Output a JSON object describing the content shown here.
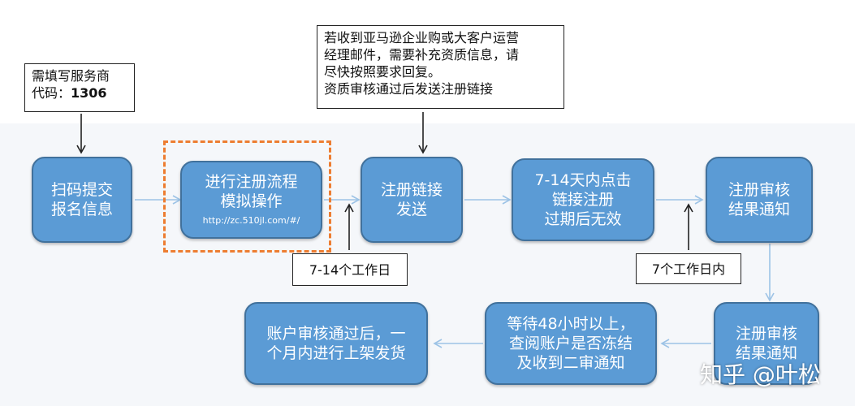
{
  "nodes": {
    "submit": [
      "扫码提交",
      "报名信息"
    ],
    "simulate": [
      "进行注册流程",
      "模拟操作"
    ],
    "simulate_url": "http://zc.510jl.com/#/",
    "send_link": [
      "注册链接",
      "发送"
    ],
    "click_link": [
      "7-14天内点击",
      "链接注册",
      "过期后无效"
    ],
    "review_result_1": [
      "注册审核",
      "结果通知"
    ],
    "review_result_2": [
      "注册审核",
      "结果通知"
    ],
    "wait_48h": [
      "等待48小时以上，",
      "查阅账户是否冻结",
      "及收到二审通知"
    ],
    "account_approved": [
      "账户审核通过后，一",
      "个月内进行上架发货"
    ]
  },
  "notes": {
    "service_code": {
      "line1": "需填写服务商",
      "line2_prefix": "代码：",
      "code": "1306"
    },
    "amazon_email": [
      "若收到亚马逊企业购或大客户运营",
      "经理邮件，需要补充资质信息，请",
      "尽快按照要求回复。",
      "资质审核通过后发送注册链接"
    ],
    "wait_days_1": "7-14个工作日",
    "wait_days_2": "7个工作日内"
  },
  "watermark": "知乎 @叶松",
  "colors": {
    "node_fill": "#5b9bd5",
    "node_border": "#41719c",
    "flow_arrow": "#9dc3e6",
    "dashed_highlight": "#ed7d31"
  }
}
